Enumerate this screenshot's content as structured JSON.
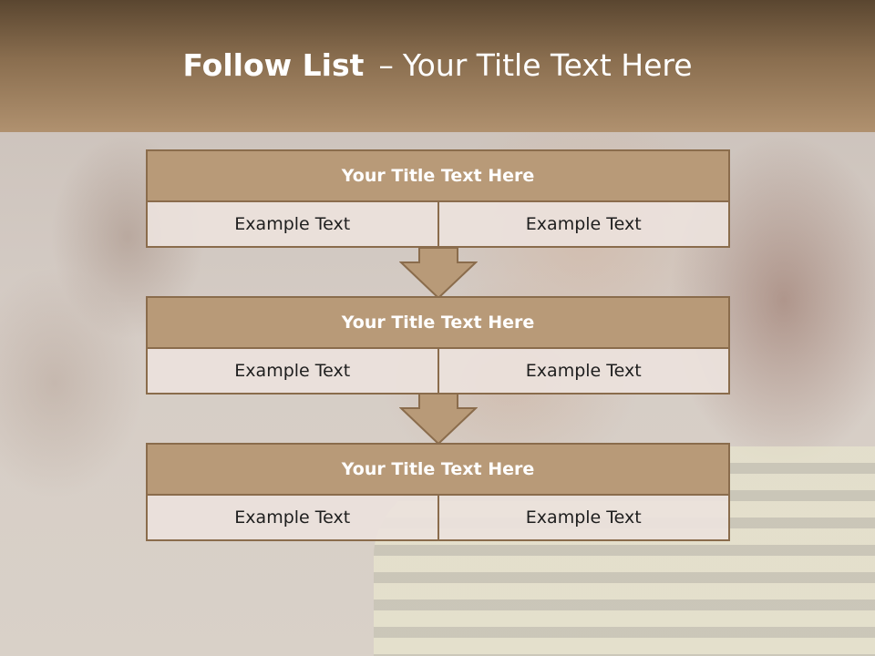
{
  "header": {
    "title_bold": "Follow List",
    "title_dash": "–",
    "title_rest": "Your Title Text Here"
  },
  "steps": [
    {
      "title": "Your Title Text Here",
      "left": "Example Text",
      "right": "Example Text"
    },
    {
      "title": "Your Title Text Here",
      "left": "Example Text",
      "right": "Example Text"
    },
    {
      "title": "Your Title Text Here",
      "left": "Example Text",
      "right": "Example Text"
    }
  ],
  "colors": {
    "header_dark": "#5a4630",
    "header_light": "#b0916f",
    "box_fill": "#b89a78",
    "box_border": "#8a6c4c",
    "row_fill": "#ece2dc"
  }
}
